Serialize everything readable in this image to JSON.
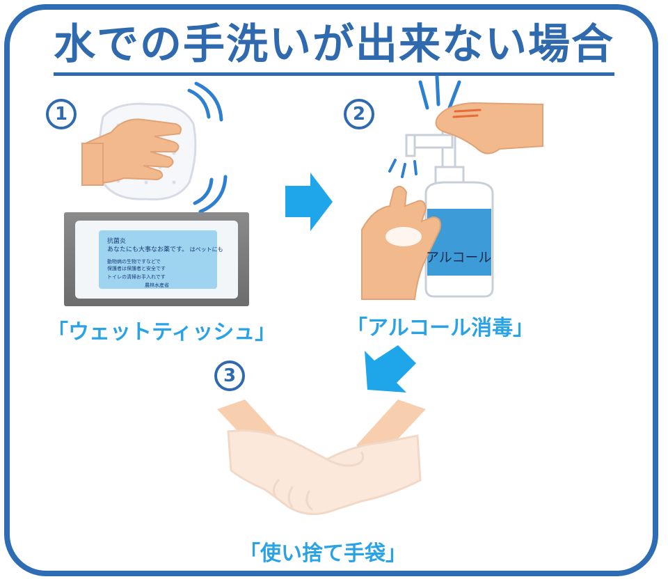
{
  "title": "水での手洗いが出来ない場合",
  "steps": [
    {
      "number": "1",
      "label": "「ウェットティッシュ」"
    },
    {
      "number": "2",
      "label": "「アルコール消毒」"
    },
    {
      "number": "3",
      "label": "「使い捨て手袋」"
    }
  ],
  "package": {
    "line1": "抗菌炎",
    "line2": "あなたにも大事なお薬です。",
    "line2b": "はペットにも",
    "line3": "動物病の生物ですなどで",
    "line4": "保護者は保護者と安全です",
    "line5": "トイレの清掃お手入れです",
    "line6": "農林水産省"
  },
  "bottle": {
    "label": "アルコール"
  },
  "colors": {
    "frame": "#2e6db3",
    "title": "#2f6aaf",
    "label": "#29a3e6",
    "arrow": "#1fa6ea"
  }
}
